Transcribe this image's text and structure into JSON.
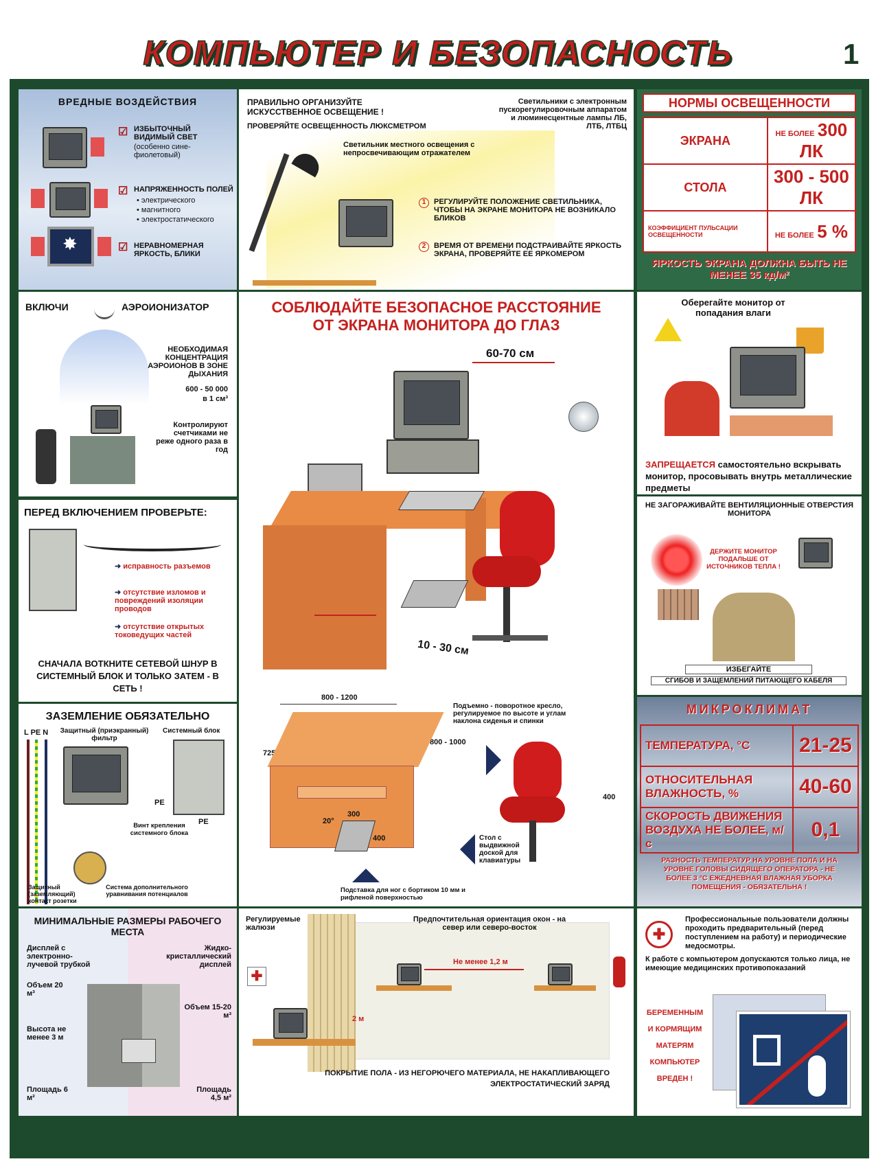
{
  "title": "КОМПЬЮТЕР И БЕЗОПАСНОСТЬ",
  "page_number": "1",
  "harmful": {
    "heading": "ВРЕДНЫЕ ВОЗДЕЙСТВИЯ",
    "items": [
      {
        "title": "ИЗБЫТОЧНЫЙ ВИДИМЫЙ СВЕТ",
        "note": "(особенно сине-фиолетовый)"
      },
      {
        "title": "НАПРЯЖЕННОСТЬ ПОЛЕЙ",
        "bullets": [
          "электрического",
          "магнитного",
          "электростатического"
        ]
      },
      {
        "title": "НЕРАВНОМЕРНАЯ ЯРКОСТЬ, БЛИКИ"
      }
    ]
  },
  "lighting": {
    "heading": "ПРАВИЛЬНО ОРГАНИЗУЙТЕ ИСКУССТВЕННОЕ ОСВЕЩЕНИЕ !",
    "check": "ПРОВЕРЯЙТЕ ОСВЕЩЕННОСТЬ ЛЮКСМЕТРОМ",
    "fixtures": "Светильники с электронным пускорегулировочным аппаратом и люминесцентные лампы ЛБ, ЛТБ, ЛТБЦ",
    "local_lamp": "Светильник местного освещения с непросвечивающим отражателем",
    "step1": "РЕГУЛИРУЙТЕ ПОЛОЖЕНИЕ СВЕТИЛЬНИКА, ЧТОБЫ НА ЭКРАНЕ МОНИТОРА НЕ ВОЗНИКАЛО БЛИКОВ",
    "step2": "ВРЕМЯ ОТ ВРЕМЕНИ ПОДСТРАИВАЙТЕ ЯРКОСТЬ ЭКРАНА, ПРОВЕРЯЙТЕ ЕЕ ЯРКОМЕРОМ",
    "n1": "1",
    "n2": "2"
  },
  "norms": {
    "heading": "НОРМЫ ОСВЕЩЕННОСТИ",
    "rows": [
      {
        "label": "ЭКРАНА",
        "prefix": "НЕ БОЛЕЕ",
        "value": "300 ЛК"
      },
      {
        "label": "СТОЛА",
        "prefix": "",
        "value": "300 - 500 ЛК"
      },
      {
        "label": "КОЭФФИЦИЕНТ ПУЛЬСАЦИИ ОСВЕЩЕННОСТИ",
        "prefix": "НЕ БОЛЕЕ",
        "value": "5 %"
      }
    ],
    "footer": "ЯРКОСТЬ ЭКРАНА ДОЛЖНА БЫТЬ НЕ МЕНЕЕ 35 кд/м²"
  },
  "ionizer": {
    "left": "ВКЛЮЧИ",
    "right": "АЭРОИОНИЗАТОР",
    "conc": "НЕОБХОДИМАЯ КОНЦЕНТРАЦИЯ АЭРОИОНОВ В ЗОНЕ ДЫХАНИЯ",
    "range": "600 - 50 000",
    "unit": "в 1 см³",
    "control": "Контролируют счетчиками не реже одного раза в год"
  },
  "distance": {
    "heading1": "СОБЛЮДАЙТЕ БЕЗОПАСНОЕ РАССТОЯНИЕ",
    "heading2": "ОТ ЭКРАНА МОНИТОРА ДО ГЛАЗ",
    "eye": "60-70 см",
    "knees": "10 - 30 см"
  },
  "moisture": {
    "heading": "Оберегайте монитор от попадания влаги",
    "forbidden": "ЗАПРЕЩАЕТСЯ",
    "text": "самостоятельно вскрывать монитор, просовывать внутрь металлические предметы"
  },
  "check": {
    "heading": "ПЕРЕД ВКЛЮЧЕНИЕМ ПРОВЕРЬТЕ:",
    "items": [
      "исправность разъемов",
      "отсутствие изломов и повреждений изоляции проводов",
      "отсутствие открытых токоведущих частей"
    ],
    "footer": "СНАЧАЛА ВОТКНИТЕ СЕТЕВОЙ ШНУР В СИСТЕМНЫЙ БЛОК И ТОЛЬКО ЗАТЕМ - В СЕТЬ !"
  },
  "vent": {
    "heading": "НЕ ЗАГОРАЖИВАЙТЕ ВЕНТИЛЯЦИОННЫЕ ОТВЕРСТИЯ МОНИТОРА",
    "keep": "ДЕРЖИТЕ МОНИТОР ПОДАЛЬШЕ ОТ ИСТОЧНИКОВ ТЕПЛА !",
    "avoid1": "ИЗБЕГАЙТЕ",
    "avoid2": "СГИБОВ И ЗАЩЕМЛЕНИЙ ПИТАЮЩЕГО КАБЕЛЯ"
  },
  "ground": {
    "heading": "ЗАЗЕМЛЕНИЕ ОБЯЗАТЕЛЬНО",
    "lpen": "L PE N",
    "filter": "Защитный (приэкранный) фильтр",
    "unit": "Системный блок",
    "pe": "PE",
    "screw": "Винт крепления системного блока",
    "socket": "Защитный (заземляющий) контакт розетки",
    "equal": "Система дополнительного уравнивания потенциалов"
  },
  "furniture": {
    "w": "800 - 1200",
    "d": "800 - 1000",
    "h": "725",
    "fw": "300",
    "fd": "400",
    "angle": "20°",
    "chair_note": "Подъемно - поворотное кресло, регулируемое по высоте и углам наклона сиденья и спинки",
    "seat": "400",
    "desk_note": "Стол с выдвижной доской для клавиатуры",
    "footrest": "Подставка для ног с бортиком 10 мм и рифленой поверхностью"
  },
  "climate": {
    "heading": "МИКРОКЛИМАТ",
    "rows": [
      {
        "label": "ТЕМПЕРАТУРА, °С",
        "value": "21-25"
      },
      {
        "label": "ОТНОСИТЕЛЬНАЯ ВЛАЖНОСТЬ, %",
        "value": "40-60"
      },
      {
        "label": "СКОРОСТЬ ДВИЖЕНИЯ ВОЗДУХА НЕ БОЛЕЕ, м/с",
        "value": "0,1"
      }
    ],
    "note": "РАЗНОСТЬ ТЕМПЕРАТУР НА УРОВНЕ ПОЛА И НА УРОВНЕ ГОЛОВЫ СИДЯЩЕГО ОПЕРАТОРА - НЕ БОЛЕЕ 3 °С ЕЖЕДНЕВНАЯ ВЛАЖНАЯ УБОРКА ПОМЕЩЕНИЯ - ОБЯЗАТЕЛЬНА !"
  },
  "workplace": {
    "heading": "МИНИМАЛЬНЫЕ РАЗМЕРЫ РАБОЧЕГО МЕСТА",
    "crt": "Дисплей с электронно-лучевой трубкой",
    "lcd": "Жидко-кристаллический дисплей",
    "vol1": "Объем 20 м³",
    "vol2": "Объем 15-20 м³",
    "height": "Высота не менее 3 м",
    "area1": "Площадь 6 м²",
    "area2": "Площадь 4,5 м²"
  },
  "room": {
    "blinds": "Регулируемые жалюзи",
    "windows": "Предпочтительная ориентация окон - на север или северо-восток",
    "gap": "Не менее 1,2 м",
    "gap2": "2 м",
    "floor": "ПОКРЫТИЕ ПОЛА - ИЗ НЕГОРЮЧЕГО МАТЕРИАЛА, НЕ НАКАПЛИВАЮЩЕГО ЭЛЕКТРОСТАТИЧЕСКИЙ ЗАРЯД"
  },
  "medical": {
    "text1": "Профессиональные пользователи должны проходить предварительный (перед поступлением на работу) и периодические медосмотры.",
    "text2": "К работе с компьютером допускаются только лица, не имеющие медицинских противопоказаний",
    "warning": "БЕРЕМЕННЫМ И КОРМЯЩИМ МАТЕРЯМ КОМПЬЮТЕР ВРЕДЕН !"
  }
}
